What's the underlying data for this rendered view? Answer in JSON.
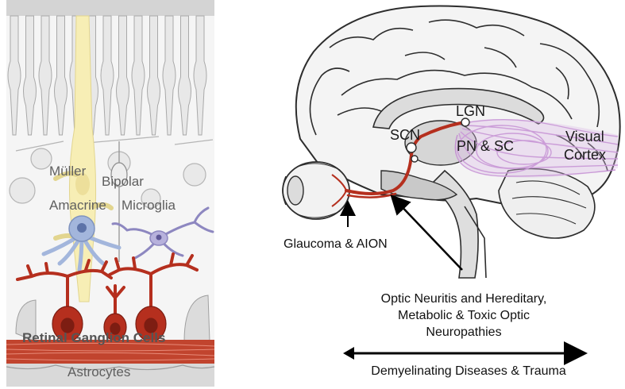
{
  "retina": {
    "labels": {
      "muller": "Müller",
      "bipolar": "Bipolar",
      "amacrine": "Amacrine",
      "microglia": "Microglia",
      "rgc": "Retinal Ganglion Cells",
      "astrocytes": "Astrocytes"
    },
    "colors": {
      "photoreceptor_fill": "#e8e8e8",
      "photoreceptor_stroke": "#a9a9a9",
      "muller": "#f7eeb5",
      "amacrine": "#a3b6dc",
      "microglia": "#8d87c0",
      "rgc": "#b52f1e",
      "rgc_nucleus": "#7d1d12",
      "axon_band": "#c1442e",
      "label_gray": "#5f5f5f"
    }
  },
  "brain": {
    "labels": {
      "lgn": "LGN",
      "scn": "SCN",
      "pn_sc": "PN & SC",
      "visual_cortex_line1": "Visual",
      "visual_cortex_line2": "Cortex"
    },
    "colors": {
      "optic_pathway": "#b52f1e",
      "radiations": "#c28bd1",
      "outline": "#2d2d2d",
      "fill": "#f4f4f4"
    }
  },
  "disease_labels": {
    "glaucoma": "Glaucoma & AION",
    "optic_neuritis_line1": "Optic Neuritis and Hereditary,",
    "optic_neuritis_line2": "Metabolic & Toxic Optic",
    "optic_neuritis_line3": "Neuropathies",
    "demyelinating": "Demyelinating Diseases & Trauma"
  }
}
